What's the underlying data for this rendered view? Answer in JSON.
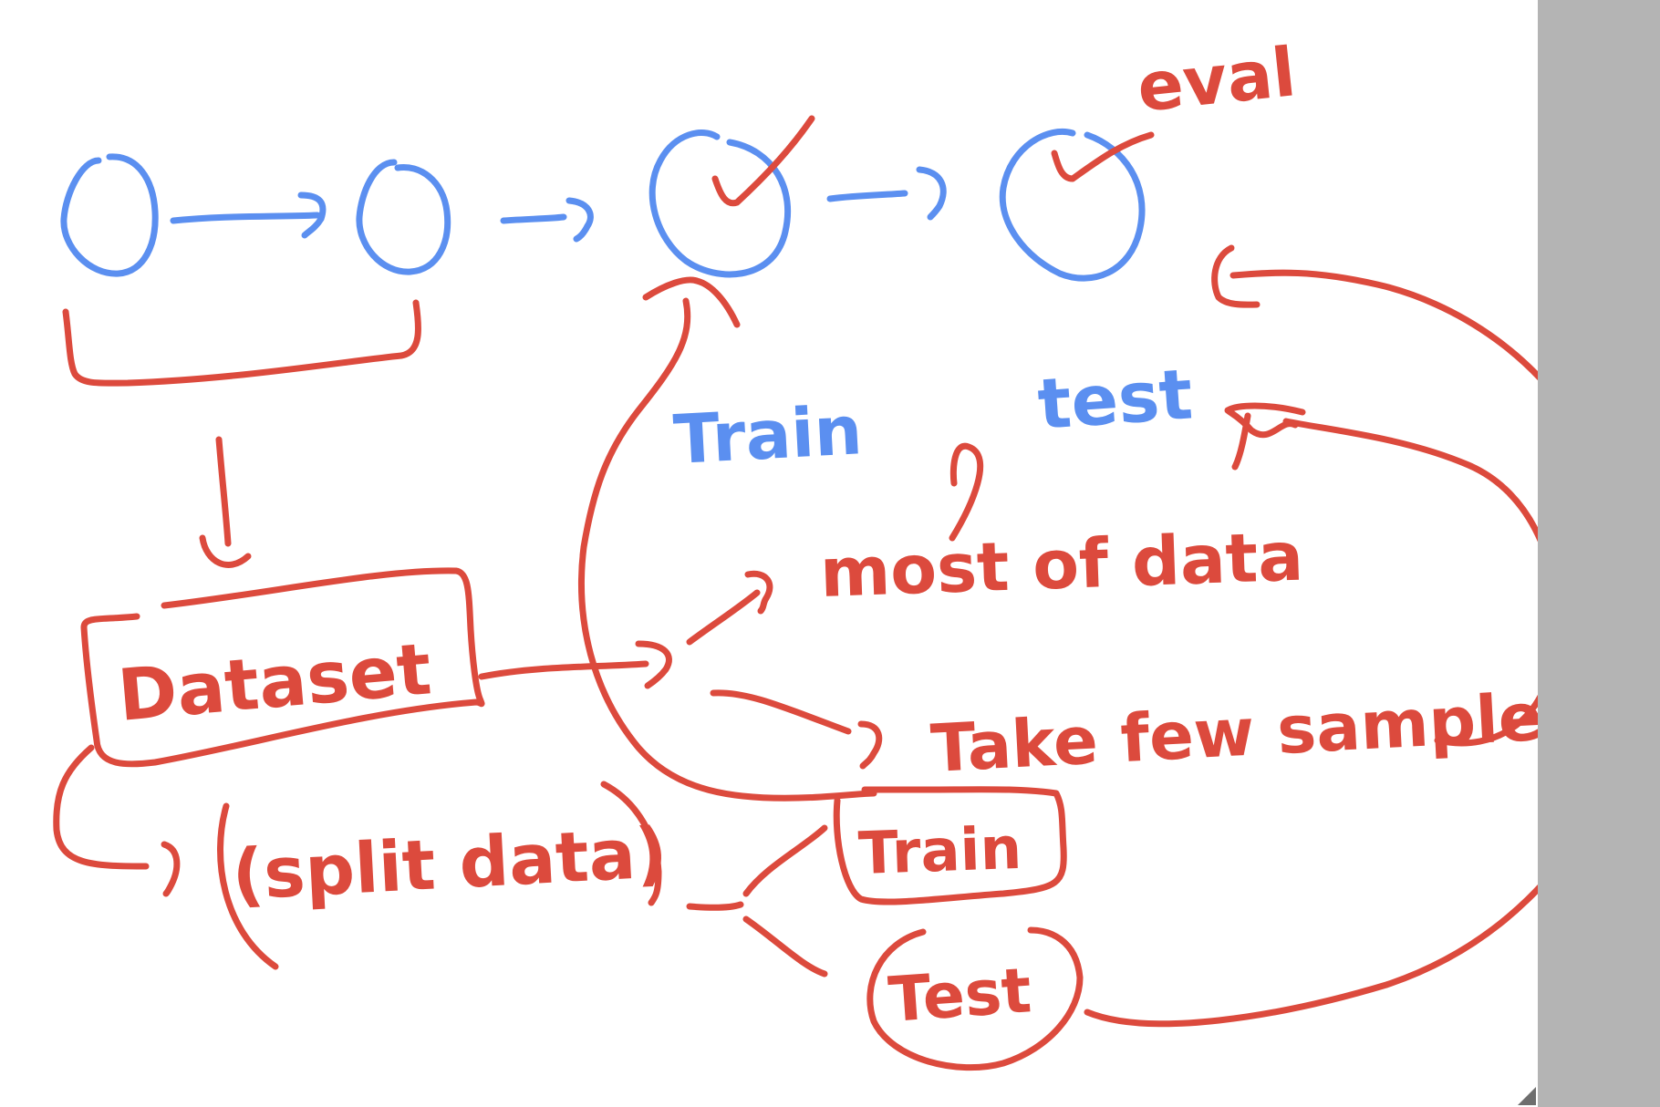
{
  "colors": {
    "red_ink": "#dc4a3d",
    "blue_ink": "#5b8ff0",
    "scrollbar": "#b4b4b4"
  },
  "labels": {
    "eval": "eval",
    "train_blue": "Train",
    "test_blue": "test",
    "dataset": "Dataset",
    "most_of_data": "most of data",
    "take_few_samples": "Take few samples",
    "split_data": "(split data)",
    "train_box": "Train",
    "test_circle": "Test"
  }
}
